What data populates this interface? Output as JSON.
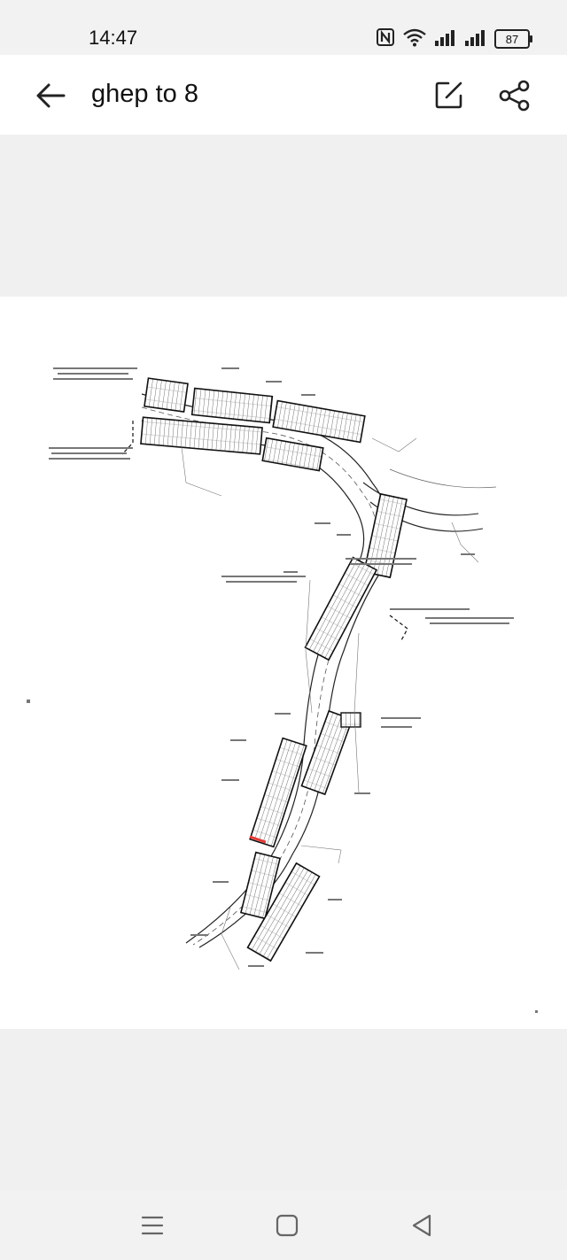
{
  "status_bar": {
    "time": "14:47",
    "battery": "87"
  },
  "app_bar": {
    "title": "ghep to 8"
  },
  "icons": {
    "back": "arrow-left-icon",
    "edit": "edit-icon",
    "share": "share-icon",
    "nfc": "nfc-icon",
    "wifi": "wifi-icon",
    "signal": "signal-icon",
    "nav_menu": "menu-icon",
    "nav_home": "home-icon",
    "nav_back": "triangle-back-icon"
  },
  "colors": {
    "app_bar_bg": "#ffffff",
    "viewer_bg": "#f0f0f0",
    "drawing_line": "#222222",
    "highlight": "#e53935"
  }
}
